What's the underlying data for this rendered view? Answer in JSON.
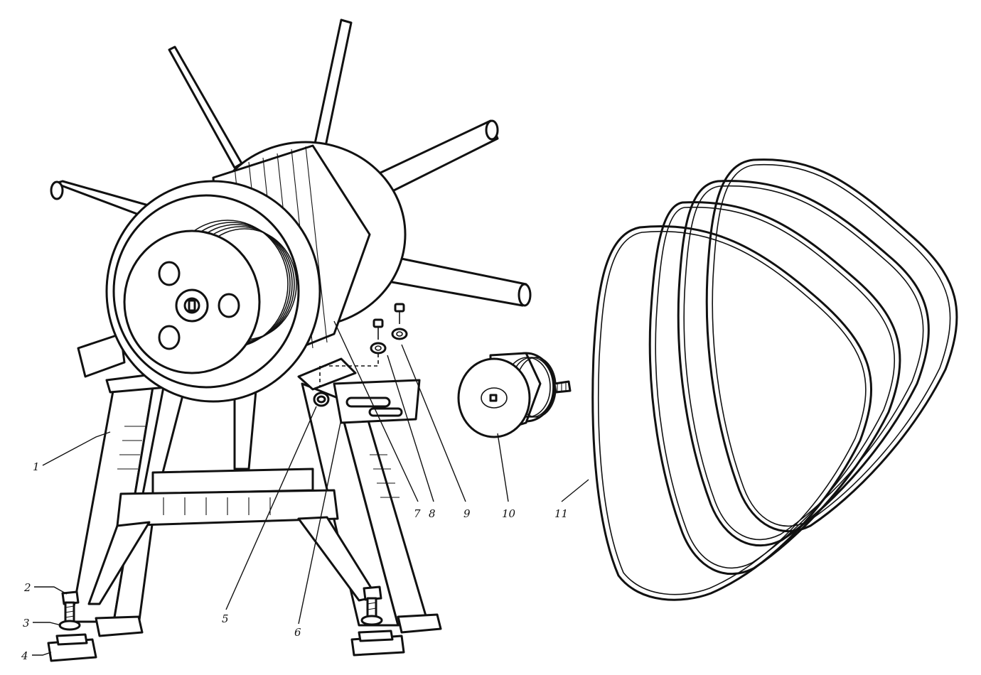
{
  "figure": {
    "callouts": [
      {
        "id": "1",
        "label": "1"
      },
      {
        "id": "2",
        "label": "2"
      },
      {
        "id": "3",
        "label": "3"
      },
      {
        "id": "4",
        "label": "4"
      },
      {
        "id": "5",
        "label": "5"
      },
      {
        "id": "6",
        "label": "6"
      },
      {
        "id": "7",
        "label": "7"
      },
      {
        "id": "8",
        "label": "8"
      },
      {
        "id": "9",
        "label": "9"
      },
      {
        "id": "10",
        "label": "10"
      },
      {
        "id": "11",
        "label": "11"
      }
    ],
    "colors": {
      "ink": "#111111",
      "paper": "#ffffff"
    }
  }
}
